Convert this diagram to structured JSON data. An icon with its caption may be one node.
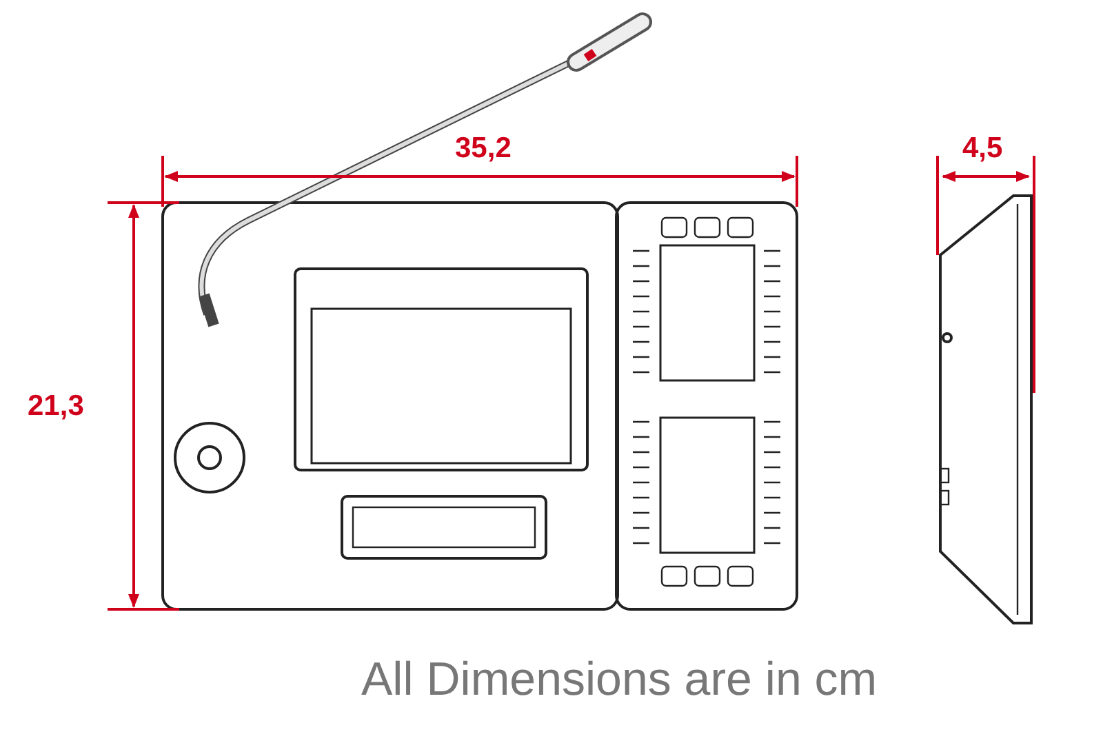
{
  "diagram": {
    "labels": [
      "35,2",
      "21,3",
      "4,5"
    ],
    "caption": "All Dimensions are in cm"
  }
}
